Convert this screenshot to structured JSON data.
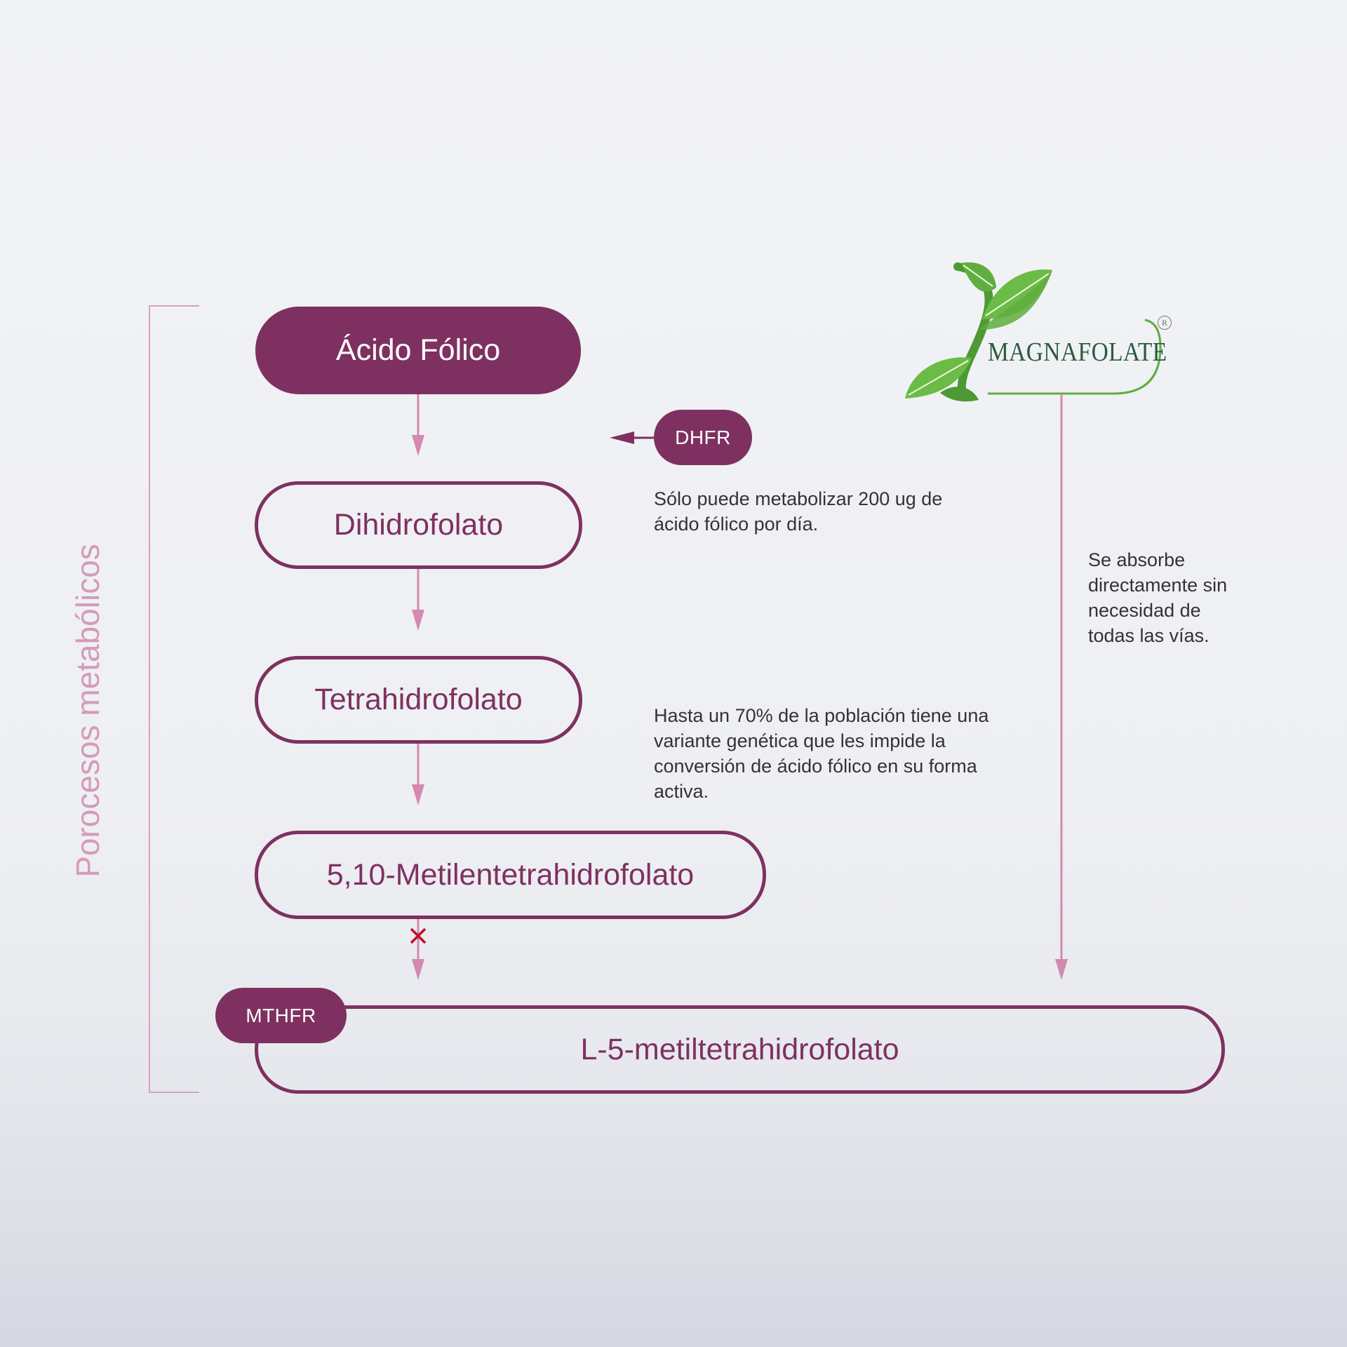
{
  "side_label": "Porocesos metabólicos",
  "nodes": {
    "acido_folico": "Ácido Fólico",
    "dihidrofolato": "Dihidrofolato",
    "tetrahidrofolato": "Tetrahidrofolato",
    "metilen": "5,10-Metilentetrahidrofolato",
    "l5": "L-5-metiltetrahidrofolato"
  },
  "enzymes": {
    "dhfr": "DHFR",
    "mthfr": "MTHFR"
  },
  "notes": {
    "dhfr_line1": "Sólo puede metabolizar 200 ug de",
    "dhfr_line2": "ácido fólico por día.",
    "mthfr_line1": "Hasta un 70% de la población tiene una",
    "mthfr_line2": "variante genética que les impide la",
    "mthfr_line3": "conversión de ácido fólico en su forma",
    "mthfr_line4": "activa.",
    "magna_line1": "Se absorbe",
    "magna_line2": "directamente sin",
    "magna_line3": "necesidad de",
    "magna_line4": "todas las vías."
  },
  "logo": {
    "text": "MAGNAFOLATE",
    "registered": "R"
  },
  "colors": {
    "primary": "#7e3160",
    "arrow": "#d389b0",
    "bracket": "#d6a3bf",
    "blocked": "#c0102a",
    "leaf": "#5fae3e"
  }
}
